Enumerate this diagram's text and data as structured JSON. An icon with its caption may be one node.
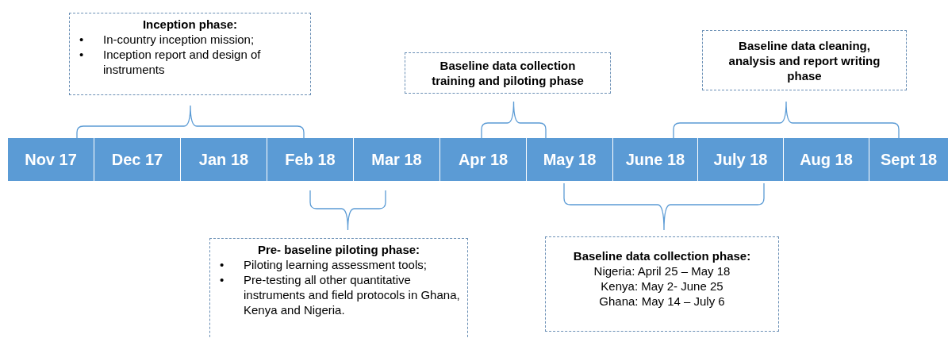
{
  "diagram": {
    "nodes": [
      {
        "text": [
          "Inception phase:",
          "•",
          "In-country inception mission;",
          "•",
          "Inception report and design of instruments"
        ]
      },
      {
        "text": [
          "Baseline data collection training and piloting phase"
        ]
      },
      {
        "text": [
          "Baseline data cleaning, analysis and report writing phase"
        ]
      },
      {
        "text": [
          "Nov 17"
        ]
      },
      {
        "text": [
          "Dec 17"
        ]
      },
      {
        "text": [
          "Jan 18"
        ]
      },
      {
        "text": [
          "Feb 18"
        ]
      },
      {
        "text": [
          "Mar 18"
        ]
      },
      {
        "text": [
          "Apr 18"
        ]
      },
      {
        "text": [
          "May 18"
        ]
      },
      {
        "text": [
          "June 18"
        ]
      },
      {
        "text": [
          "July 18"
        ]
      },
      {
        "text": [
          "Aug 18"
        ]
      },
      {
        "text": [
          "Sept 18"
        ]
      },
      {
        "text": [
          "Pre- baseline piloting phase:",
          "•",
          "Piloting learning assessment tools;",
          "•",
          "Pre-testing all other quantitative instruments and field protocols in Ghana, Kenya and Nigeria."
        ]
      },
      {
        "text": [
          "Baseline data collection phase:",
          "Nigeria: April 25 – May 18",
          "Kenya: May 2- June 25",
          "Ghana:  May 14 – July 6"
        ]
      }
    ]
  }
}
